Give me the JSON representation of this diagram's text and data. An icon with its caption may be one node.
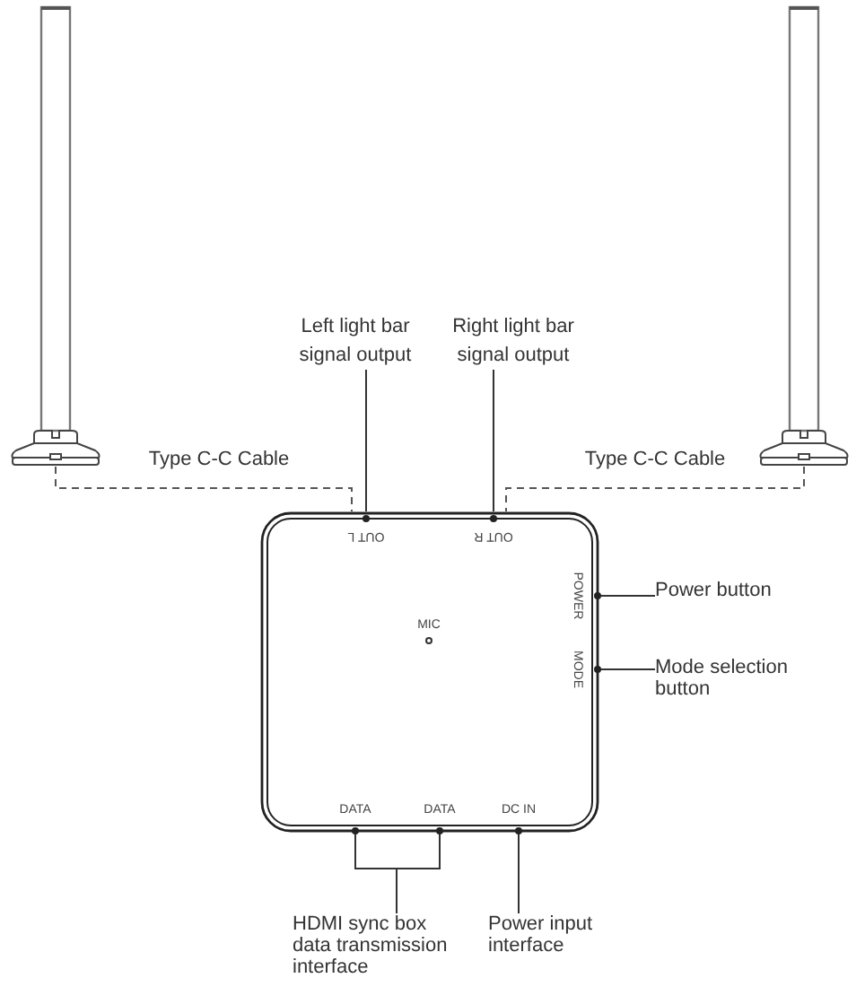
{
  "diagram": {
    "nodes": [
      {
        "text": [],
        "shape": "bar"
      },
      {
        "text": [],
        "shape": "bar"
      },
      {
        "text": [
          "Left light bar signal output"
        ]
      },
      {
        "text": [
          "Right light bar signal output"
        ]
      },
      {
        "text": [],
        "shape": "box"
      },
      {
        "text": [
          "OUT L"
        ],
        "in": 4
      },
      {
        "text": [
          "OUT R"
        ],
        "in": 4
      },
      {
        "text": [
          "MIC"
        ],
        "in": 4
      },
      {
        "text": [
          "POWER"
        ],
        "in": 4
      },
      {
        "text": [
          "MODE"
        ],
        "in": 4
      },
      {
        "text": [
          "DATA"
        ],
        "in": 4
      },
      {
        "text": [
          "DATA"
        ],
        "in": 4
      },
      {
        "text": [
          "DC IN"
        ],
        "in": 4
      },
      {
        "text": [
          "Power button"
        ]
      },
      {
        "text": [
          "Mode selection button"
        ]
      },
      {
        "text": [
          "HDMI sync box data transmission interface"
        ]
      },
      {
        "text": [
          "Power input interface"
        ]
      }
    ],
    "edges": [
      {
        "from": 0,
        "to": 5,
        "arrow": "none",
        "label": "Type C-C Cable",
        "style": "dashed"
      },
      {
        "from": 1,
        "to": 6,
        "arrow": "none",
        "label": "Type C-C Cable",
        "style": "dashed"
      },
      {
        "from": 2,
        "to": 5,
        "arrow": "none"
      },
      {
        "from": 3,
        "to": 6,
        "arrow": "none"
      },
      {
        "from": 13,
        "to": 8,
        "arrow": "none"
      },
      {
        "from": 14,
        "to": 9,
        "arrow": "none"
      },
      {
        "from": 15,
        "to": 10,
        "arrow": "none"
      },
      {
        "from": 15,
        "to": 11,
        "arrow": "none"
      },
      {
        "from": 16,
        "to": 12,
        "arrow": "none"
      }
    ]
  }
}
